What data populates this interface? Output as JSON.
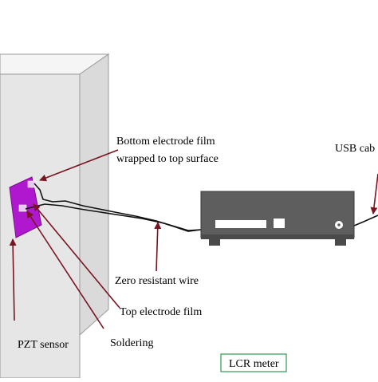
{
  "labels": {
    "bottom_electrode_line1": "Bottom electrode film",
    "bottom_electrode_line2": "wrapped to top surface",
    "usb_cable": "USB cab",
    "zero_resistant_wire": "Zero resistant wire",
    "top_electrode": "Top electrode film",
    "soldering": "Soldering",
    "pzt_sensor": "PZT sensor",
    "lcr_meter": "LCR meter"
  },
  "colors": {
    "block_front": "#e3e3e3",
    "block_top": "#f5f5f5",
    "block_side": "#dadada",
    "pzt_patch": "#b018d0",
    "electrode": "#e8c8f0",
    "wire": "#111111",
    "arrow": "#7a1420",
    "meter_body": "#5e5e5e",
    "meter_panel": "#ffffff",
    "lcr_box_border": "#2e9a52"
  },
  "icons": [
    "arrow-icon",
    "lcr-meter-icon",
    "knob-icon"
  ]
}
